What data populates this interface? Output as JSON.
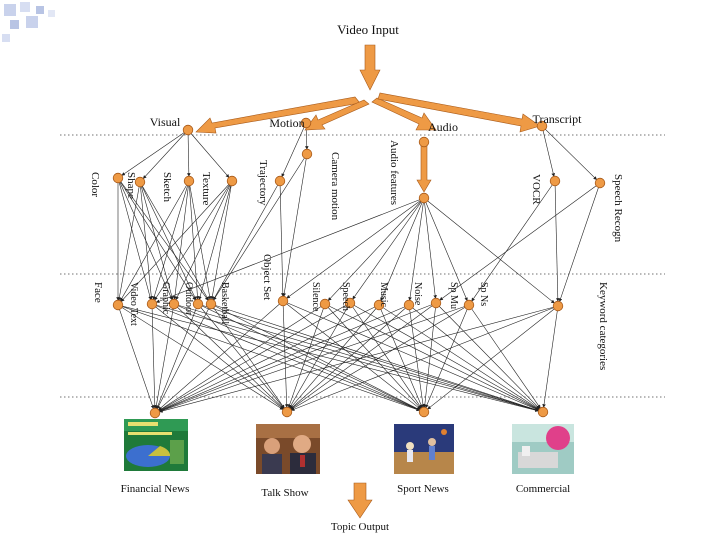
{
  "title": "Video Input",
  "output": "Topic Output",
  "colors": {
    "node": "#ee9a45",
    "arrow": "#ee9a45",
    "deco": "#b8c4e4"
  },
  "modalities": {
    "visual": "Visual",
    "motion": "Motion",
    "audio": "Audio",
    "transcript": "Transcript"
  },
  "features": {
    "color": "Color",
    "shape": "Shape",
    "sketch": "Sketch",
    "texture": "Texture",
    "trajectory": "Trajectory",
    "camera_motion": "Camera motion",
    "audio_features": "Audio features",
    "vocr": "VOCR",
    "speech_recog": "Speech Recogn"
  },
  "concepts": {
    "face": "Face",
    "video_text": "Video Text",
    "graphic": "Graphic",
    "outdoor": "Outdoor",
    "basketball": "Basketball",
    "object_set": "Object Set",
    "silence": "Silence",
    "speech": "Speech",
    "music": "Music",
    "noise": "Noise",
    "sp_mu": "Sp Mu",
    "sp_ns": "Sp Ns",
    "keyword_categories": "Keyword categories"
  },
  "topics": {
    "financial_news": "Financial News",
    "talk_show": "Talk Show",
    "sport_news": "Sport News",
    "commercial": "Commercial"
  }
}
